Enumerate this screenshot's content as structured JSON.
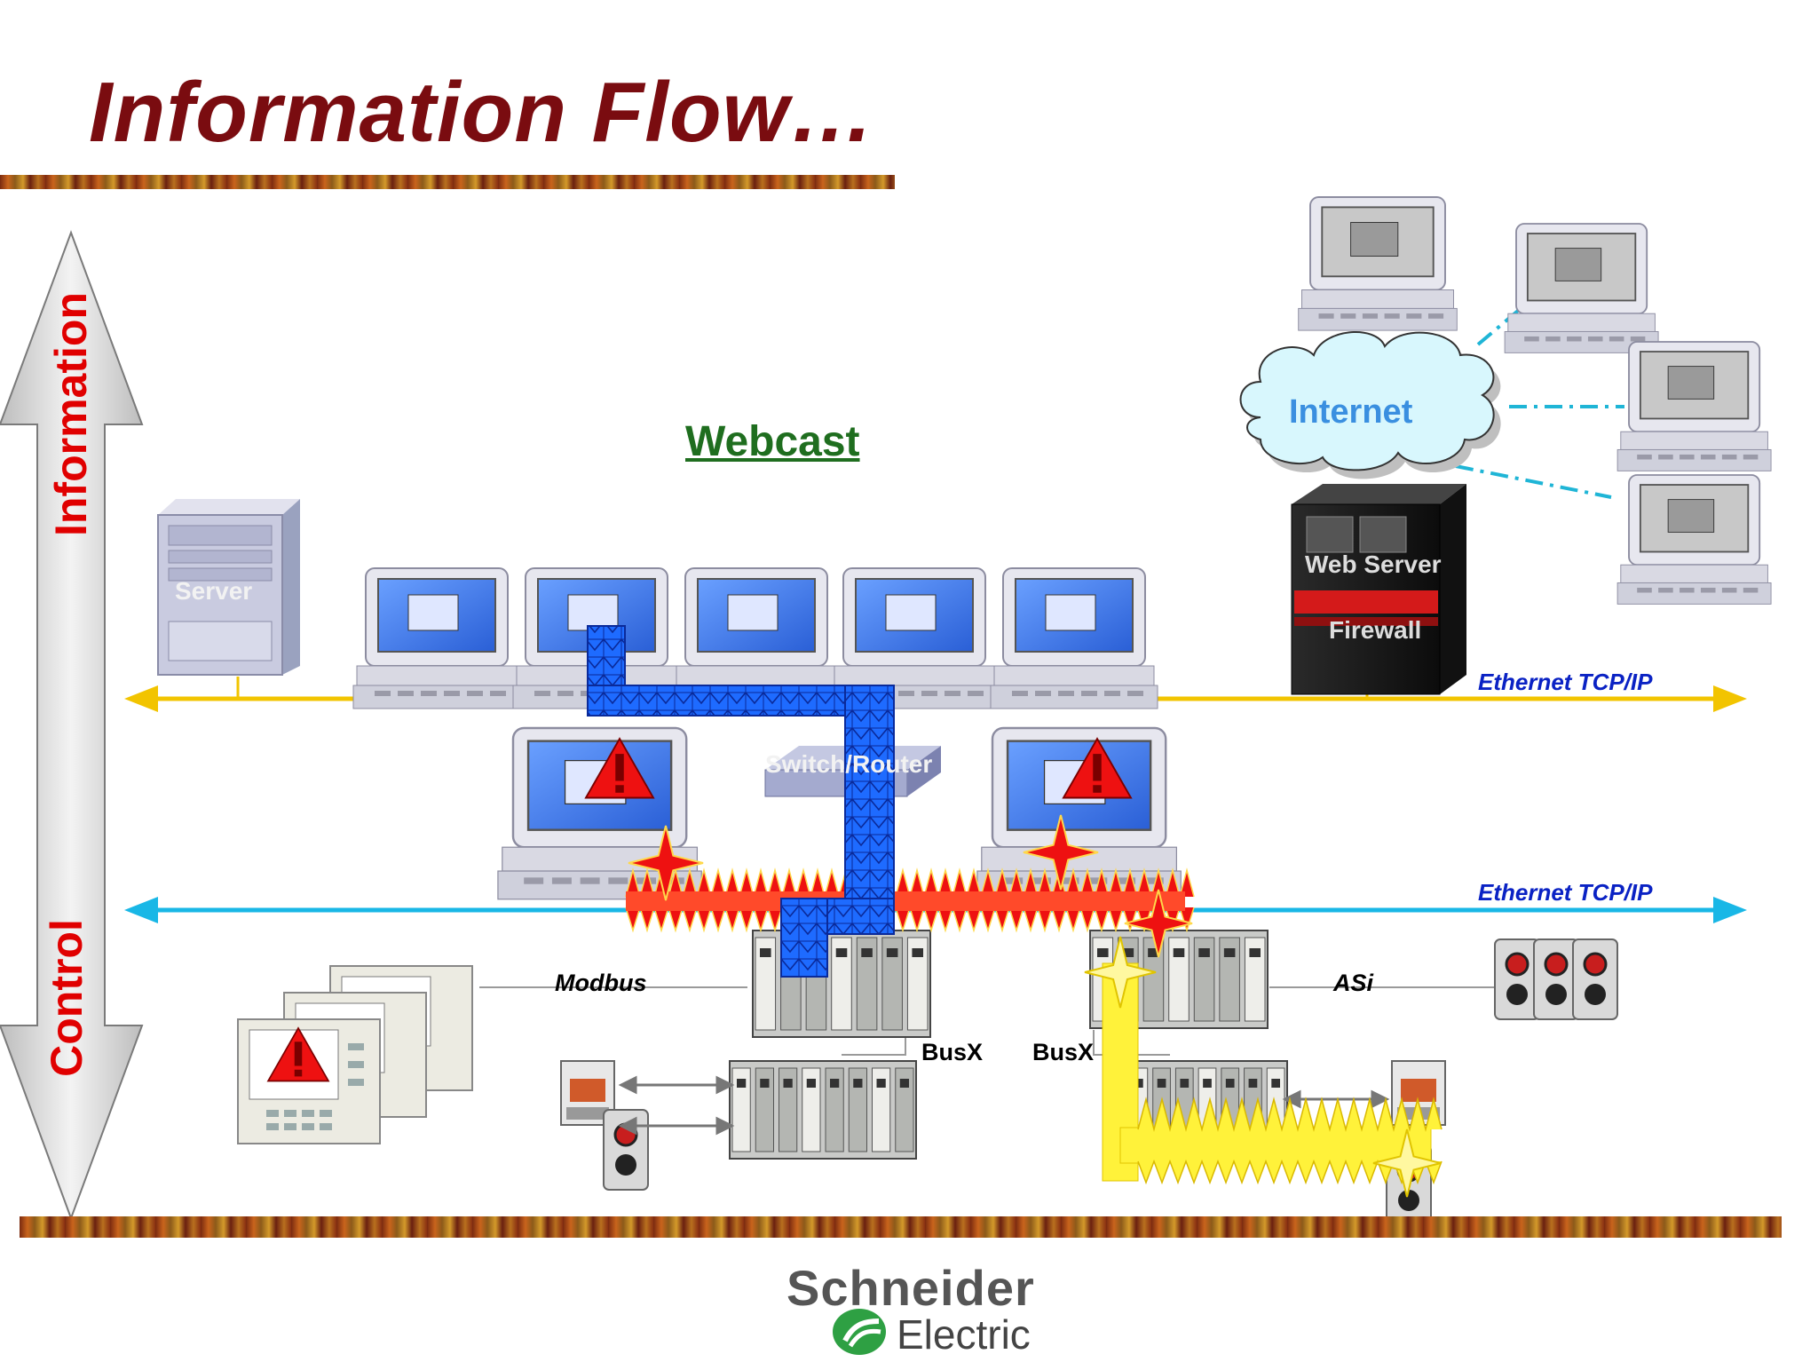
{
  "slide": {
    "title": "Information Flow…",
    "webcast_label": "Webcast",
    "axis": {
      "top_label": "Information",
      "bottom_label": "Control"
    },
    "networks": {
      "upper": "Ethernet TCP/IP",
      "lower": "Ethernet TCP/IP"
    },
    "buses": {
      "modbus": "Modbus",
      "asi": "ASi",
      "busx_left": "BusX",
      "busx_right": "BusX"
    },
    "internet_label": "Internet",
    "device_labels": {
      "server": "Server",
      "switch_router": "Switch/Router",
      "web_server": "Web Server",
      "firewall": "Firewall"
    },
    "logo": {
      "line1": "Schneider",
      "line2": "Electric"
    }
  },
  "colors": {
    "title": "#7a0c10",
    "upper_network": "#f2c400",
    "lower_network": "#19b7e6",
    "flow_blue": "#1e5cff",
    "flow_red": "#ee1111",
    "flow_yellow": "#fff23a",
    "internet_links": "#1fb5d6",
    "webcast": "#1f6e1f",
    "axis_label": "#e00000"
  }
}
